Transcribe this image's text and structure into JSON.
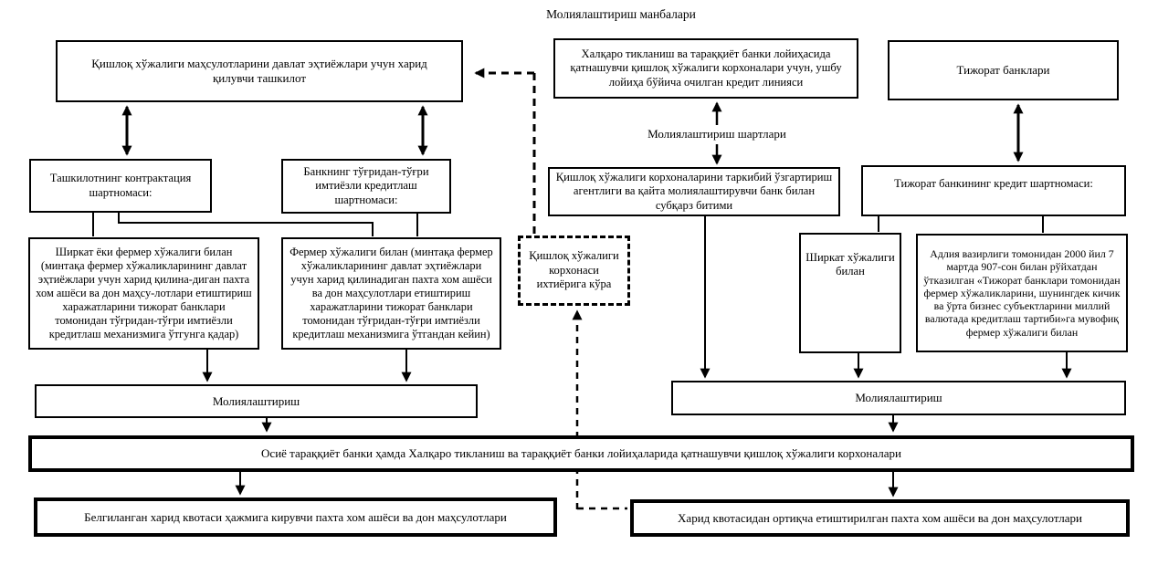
{
  "diagram": {
    "title": "Молиялаштириш манбалари",
    "nodes": {
      "procuring_org": {
        "label": "Қишлоқ хўжалиги маҳсулотларини давлат эҳтиёжлари учун харид қилувчи ташкилот"
      },
      "ibrd_credit_line": {
        "label": "Халқаро тикланиш ва тараққиёт банки лойиҳасида қатнашувчи қишлоқ хўжалиги корхоналари учун, ушбу лойиҳа бўйича очилган кредит линияси"
      },
      "commercial_banks": {
        "label": "Тижорат банклари"
      },
      "org_contract": {
        "label": "Ташкилотнинг контрактация шартномаси:"
      },
      "bank_direct_credit_contract": {
        "label": "Банкнинг тўғридан-тўғри имтиёзли кредитлаш шартномаси:"
      },
      "restructuring_agency_subloan": {
        "label": "Қишлоқ хўжалиги корхоналарини таркибий ўзгартириш агентлиги ва қайта молиялаштирувчи банк билан субқарз битими"
      },
      "commercial_bank_credit_contract": {
        "label": "Тижорат банкининг кредит шартномаси:"
      },
      "farm_choice": {
        "label": "Қишлоқ хўжалиги корхонаси ихтиёрига кўра"
      },
      "shirkat_or_farmer": {
        "label": "Ширкат ёки фермер хўжалиги билан (минтақа фермер хўжаликларининг давлат эҳтиёжлари учун харид қилина-диган пахта хом ашёси ва дон маҳсу-лотлари етиштириш харажатларини тижорат банклари томонидан тўғридан-тўғри имтиёзли кредитлаш механизмига ўтгунга қадар)"
      },
      "farmer_after": {
        "label": "Фермер хўжалиги билан (минтақа фермер хўжаликларининг давлат эҳтиёжлари учун харид қилинадиган пахта хом ашёси ва дон маҳсулотлари етиштириш харажатларини тижорат банклари томонидан тўғридан-тўғри имтиёзли кредитлаш механизмига ўтгандан кейин)"
      },
      "shirkat_farm": {
        "label": "Ширкат хўжалиги билан"
      },
      "justice_ministry_order": {
        "label": "Адлия вазирлиги томонидан 2000 йил 7 мартда 907-сон билан рўйхатдан ўтказилган «Тижорат банклари томонидан фермер хўжаликларини, шунингдек кичик ва ўрта бизнес субъектларини миллий валютада кредитлаш тартиби»га мувофиқ фермер хўжалиги билан"
      },
      "financing_left": {
        "label": "Молиялаштириш"
      },
      "financing_right": {
        "label": "Молиялаштириш"
      },
      "adb_ibrd_enterprises": {
        "label": "Осиё тараққиёт банки ҳамда Халқаро тикланиш ва тараққиёт банки лойиҳаларида қатнашувчи қишлоқ хўжалиги корхоналари"
      },
      "within_quota": {
        "label": "Белгиланган харид квотаси ҳажмига кирувчи пахта хом ашёси ва дон маҳсулотлари"
      },
      "above_quota": {
        "label": "Харид квотасидан ортиқча етиштирилган пахта хом ашёси ва дон маҳсулотлари"
      }
    },
    "edge_labels": {
      "financing_terms": "Молиялаштириш шартлари"
    },
    "colors": {
      "line": "#000000",
      "background": "#ffffff",
      "box_fill": "#ffffff"
    }
  }
}
